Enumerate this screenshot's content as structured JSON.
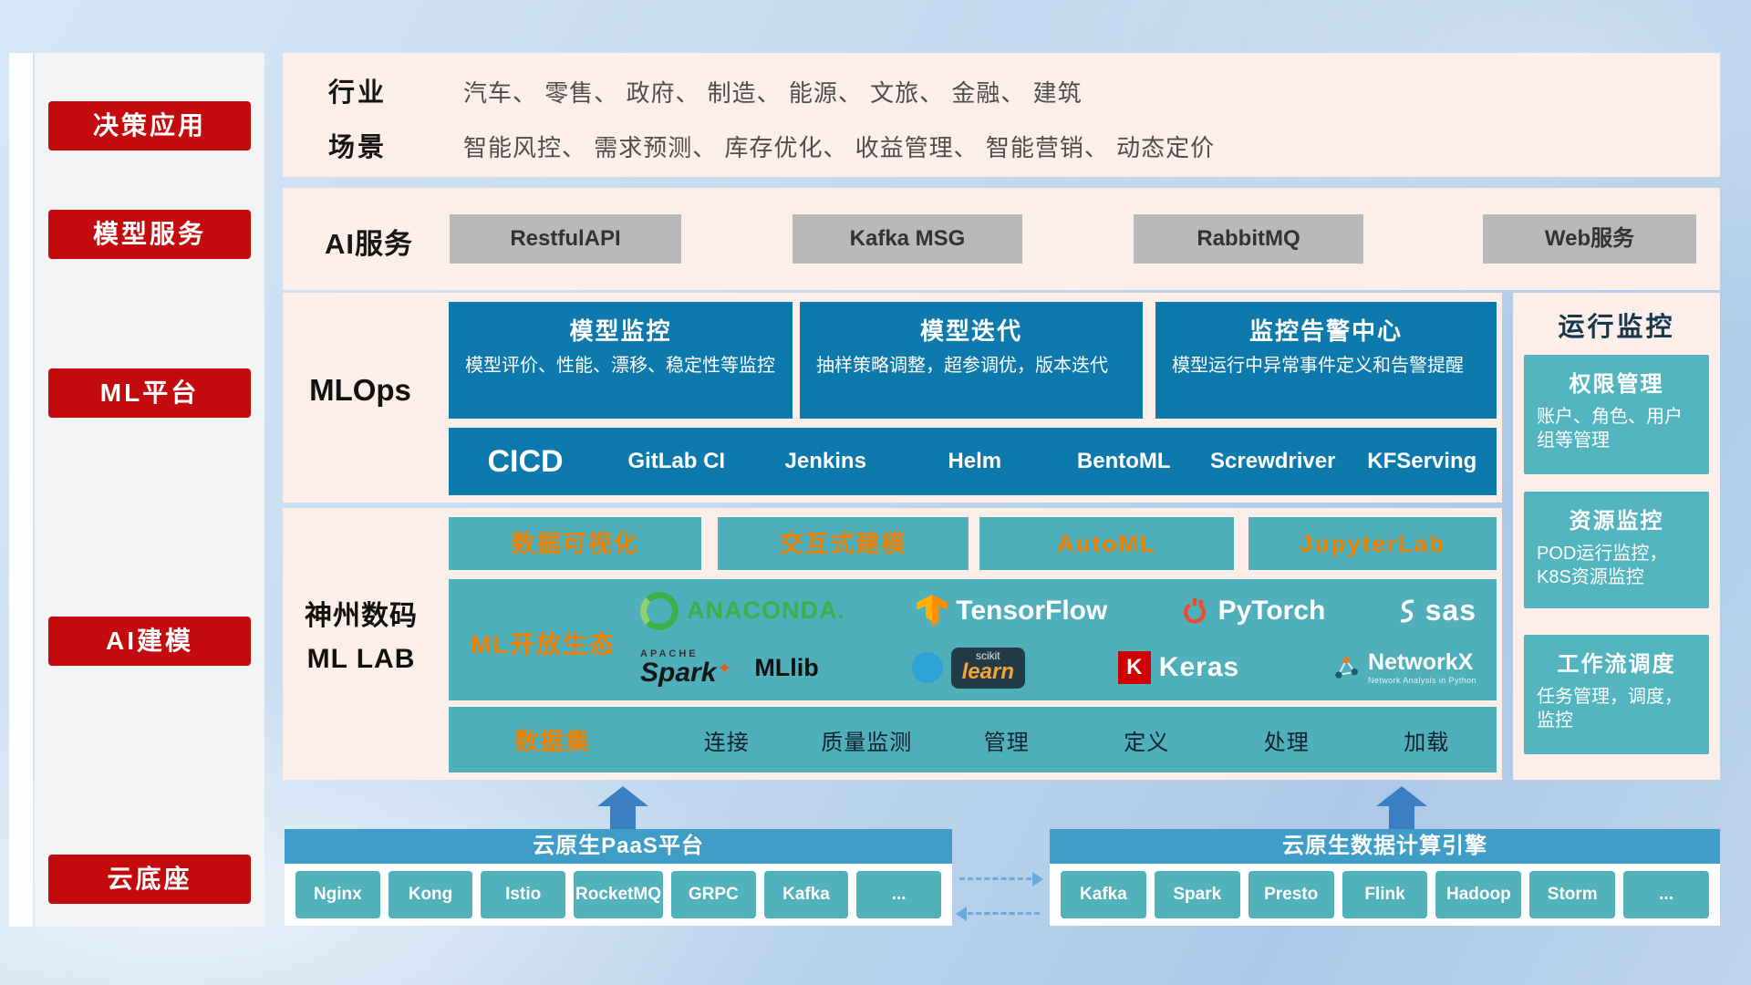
{
  "sidebar": {
    "items": [
      {
        "label": "决策应用"
      },
      {
        "label": "模型服务"
      },
      {
        "label": "ML平台"
      },
      {
        "label": "AI建模"
      },
      {
        "label": "云底座"
      }
    ]
  },
  "industry": {
    "row1_label": "行业",
    "row1_text": "汽车、 零售、 政府、 制造、 能源、 文旅、 金融、 建筑",
    "row2_label": "场景",
    "row2_text": "智能风控、 需求预测、 库存优化、 收益管理、 智能营销、 动态定价"
  },
  "ai_service": {
    "label": "AI服务",
    "items": [
      {
        "label": "RestfulAPI"
      },
      {
        "label": "Kafka MSG"
      },
      {
        "label": "RabbitMQ"
      },
      {
        "label": "Web服务"
      }
    ]
  },
  "mlops": {
    "label": "MLOps",
    "cards": [
      {
        "title": "模型监控",
        "desc": "模型评价、性能、漂移、稳定性等监控"
      },
      {
        "title": "模型迭代",
        "desc": "抽样策略调整，超参调优，版本迭代"
      },
      {
        "title": "监控告警中心",
        "desc": "模型运行中异常事件定义和告警提醒"
      }
    ],
    "cicd_label": "CICD",
    "cicd_items": [
      {
        "label": "GitLab CI"
      },
      {
        "label": "Jenkins"
      },
      {
        "label": "Helm"
      },
      {
        "label": "BentoML"
      },
      {
        "label": "Screwdriver"
      },
      {
        "label": "KFServing"
      }
    ]
  },
  "mllab": {
    "label_line1": "神州数码",
    "label_line2": "ML LAB",
    "top_buttons": [
      {
        "label": "数据可视化"
      },
      {
        "label": "交互式建模"
      },
      {
        "label": "AutoML"
      },
      {
        "label": "JupyterLab"
      }
    ],
    "ecosystem_label": "ML开放生态",
    "logos": {
      "anaconda": "ANACONDA.",
      "tensorflow": "TensorFlow",
      "pytorch": "PyTorch",
      "sas": "sas",
      "spark_small": "APACHE",
      "spark": "Spark",
      "mllib": "MLlib",
      "scikit_small": "scikit",
      "scikit": "learn",
      "keras_letter": "K",
      "keras": "Keras",
      "networkx": "NetworkX",
      "networkx_sub": "Network Analysis in Python"
    },
    "dataset_label": "数据集",
    "dataset_items": [
      {
        "label": "连接"
      },
      {
        "label": "质量监测"
      },
      {
        "label": "管理"
      },
      {
        "label": "定义"
      },
      {
        "label": "处理"
      },
      {
        "label": "加载"
      }
    ]
  },
  "monitoring": {
    "title": "运行监控",
    "cards": [
      {
        "title": "权限管理",
        "desc": "账户、角色、用户组等管理"
      },
      {
        "title": "资源监控",
        "desc": "POD运行监控，K8S资源监控"
      },
      {
        "title": "工作流调度",
        "desc": "任务管理，调度，监控"
      }
    ]
  },
  "cloud": {
    "paas_title": "云原生PaaS平台",
    "paas_items": [
      {
        "label": "Nginx"
      },
      {
        "label": "Kong"
      },
      {
        "label": "Istio"
      },
      {
        "label": "RocketMQ"
      },
      {
        "label": "GRPC"
      },
      {
        "label": "Kafka"
      },
      {
        "label": "..."
      }
    ],
    "engine_title": "云原生数据计算引擎",
    "engine_items": [
      {
        "label": "Kafka"
      },
      {
        "label": "Spark"
      },
      {
        "label": "Presto"
      },
      {
        "label": "Flink"
      },
      {
        "label": "Hadoop"
      },
      {
        "label": "Storm"
      },
      {
        "label": "..."
      }
    ]
  },
  "colors": {
    "accent_red": "#c30b0e",
    "panel_pink": "#fceee9",
    "card_blue": "#0e79ad",
    "teal": "#4fafba",
    "header_blue": "#3f9dc8",
    "accent_orange": "#ef8200",
    "gray_button": "#b9b9b9"
  }
}
